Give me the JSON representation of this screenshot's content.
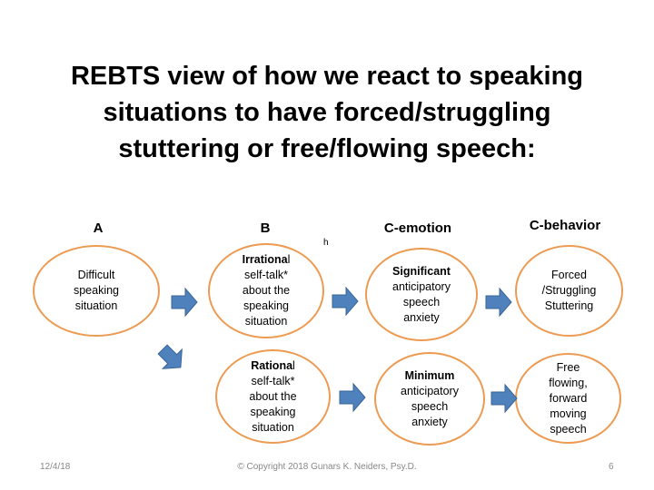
{
  "title": {
    "lines": [
      "REBTS view of how we react to speaking",
      "situations to have forced/struggling",
      "stuttering or free/flowing speech:"
    ]
  },
  "headers": {
    "a": "A",
    "b": "B",
    "c_emotion": "C-emotion",
    "c_behavior": "C-behavior"
  },
  "stray_mark": "h",
  "nodes": {
    "a": {
      "lines": [
        "Difficult",
        "speaking",
        "situation"
      ]
    },
    "b_irrational": {
      "bold": "Irrationa",
      "rest": "l",
      "lines": [
        "self-talk*",
        "about the",
        "speaking",
        "situation"
      ]
    },
    "b_rational": {
      "bold": "Rationa",
      "rest": "l",
      "lines": [
        "self-talk*",
        "about the",
        "speaking",
        "situation"
      ]
    },
    "c_significant": {
      "bold": "Significant",
      "lines": [
        "anticipatory",
        "speech",
        "anxiety"
      ]
    },
    "c_minimum": {
      "bold": "Minimum",
      "lines": [
        "anticipatory",
        "speech",
        "anxiety"
      ]
    },
    "d_forced": {
      "lines": [
        "Forced",
        "/Struggling",
        "Stuttering"
      ]
    },
    "d_free": {
      "lines": [
        "Free",
        "flowing,",
        "forward",
        "moving",
        "speech"
      ]
    }
  },
  "footer": {
    "date": "12/4/18",
    "copyright": "© Copyright 2018 Gunars K. Neiders, Psy.D.",
    "page": "6"
  },
  "colors": {
    "ellipse_border": "#ED9B52",
    "arrow_fill": "#4F81BD",
    "arrow_stroke": "#3A6597"
  }
}
